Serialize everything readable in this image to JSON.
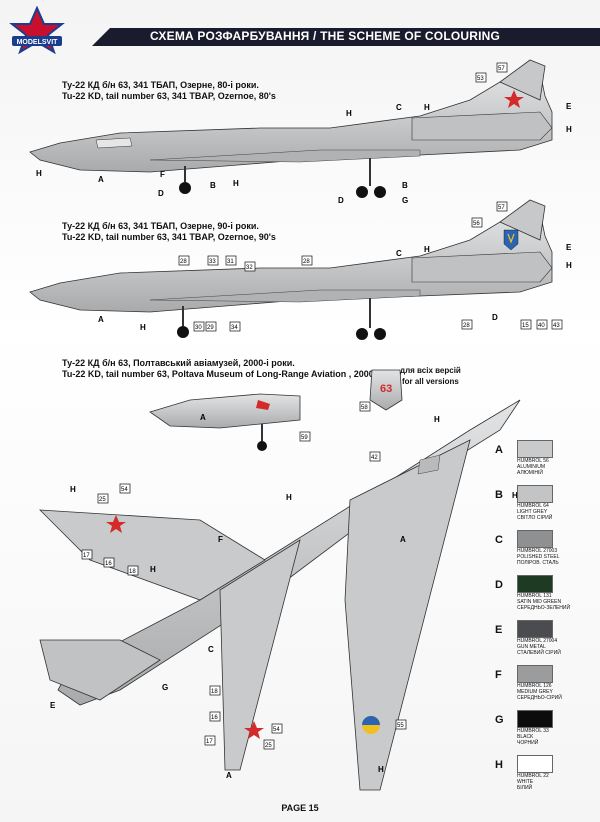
{
  "header": {
    "logo_text": "MODELSVIT",
    "title": "СХЕМА РОЗФАРБУВАННЯ  / THE SCHEME OF COLOURING"
  },
  "captions": {
    "profile1_ua": "Ту-22 КД б/н 63, 341 ТБАП, Озерне, 80-і роки.",
    "profile1_en": "Tu-22 KD, tail number 63, 341 TBAP, Ozernoe, 80's",
    "profile2_ua": "Ту-22 КД б/н 63, 341 ТБАП, Озерне, 90-і роки.",
    "profile2_en": "Tu-22 KD, tail number 63, 341 TBAP, Ozernoe, 90's",
    "profile3_ua": "Ту-22 КД б/н 63, Полтавський авіамузей, 2000-і роки.",
    "profile3_en": "Tu-22 KD, tail number 63, Poltava Museum of Long-Range Aviation , 2000's",
    "all_versions_ua": "для всіх версій",
    "all_versions_en": "for all versions",
    "tail_number": "63"
  },
  "swatches": [
    {
      "letter": "A",
      "code": "HUMBROL 56",
      "en": "ALUMINIUM",
      "ua": "АЛЮМІНІЙ",
      "color": "#c9cacc"
    },
    {
      "letter": "B",
      "code": "HUMBROL 64",
      "en": "LIGHT GREY",
      "ua": "СВІТЛО СІРИЙ",
      "color": "#c2c4c6"
    },
    {
      "letter": "C",
      "code": "HUMBROL 27003",
      "en": "POLISHED STEEL",
      "ua": "ПОЛІРОВ. СТАЛЬ",
      "color": "#8f9092"
    },
    {
      "letter": "D",
      "code": "HUMBROL 131",
      "en": "SATIN MID GREEN",
      "ua": "СЕРЕДНЬО-ЗЕЛЕНИЙ",
      "color": "#1f3a22"
    },
    {
      "letter": "E",
      "code": "HUMBROL 27004",
      "en": "GUN METAL",
      "ua": "СТАЛЕВИЙ СІРИЙ",
      "color": "#4a4c50"
    },
    {
      "letter": "F",
      "code": "HUMBROL 126",
      "en": "MEDIUM GREY",
      "ua": "СЕРЕДНЬО-СІРИЙ",
      "color": "#9a9c9e"
    },
    {
      "letter": "G",
      "code": "HUMBROL 33",
      "en": "BLACK",
      "ua": "ЧОРНИЙ",
      "color": "#0c0c0c"
    },
    {
      "letter": "H",
      "code": "HUMBROL 22",
      "en": "WHITE",
      "ua": "БІЛИЙ",
      "color": "#ffffff"
    }
  ],
  "callouts": {
    "p1": [
      "53",
      "57",
      "H",
      "C",
      "E",
      "H",
      "H",
      "A",
      "F",
      "D",
      "B",
      "H",
      "D",
      "G"
    ],
    "p2": [
      "56",
      "57",
      "C",
      "E",
      "28",
      "33",
      "31",
      "32",
      "28",
      "A",
      "H",
      "30",
      "29",
      "34",
      "28",
      "15",
      "40",
      "43",
      "D"
    ],
    "p3": [
      "58",
      "A",
      "59"
    ],
    "plan": [
      "H",
      "42",
      "H",
      "A",
      "H",
      "25",
      "54",
      "H",
      "17",
      "16",
      "18",
      "C",
      "H",
      "G",
      "E",
      "F",
      "18",
      "16",
      "54",
      "17",
      "25",
      "A",
      "55",
      "H"
    ]
  },
  "footer": {
    "page": "PAGE 15"
  },
  "colors": {
    "aircraft_grey": "#c8cacc",
    "title_bar": "#1b1b2e",
    "star_red": "#d42a2a",
    "roundel_yellow": "#f0c020",
    "roundel_blue": "#2b64b0"
  }
}
